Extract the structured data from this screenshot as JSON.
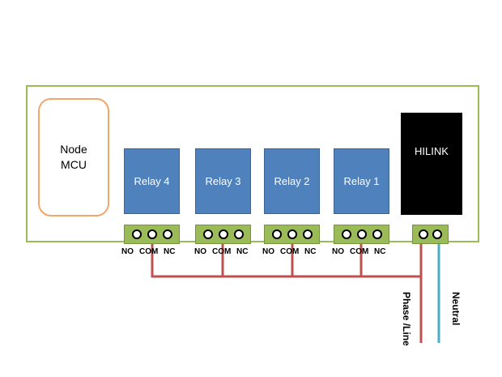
{
  "board": {
    "mcu_label_line1": "Node",
    "mcu_label_line2": "MCU",
    "relays": [
      {
        "label": "Relay 4"
      },
      {
        "label": "Relay 3"
      },
      {
        "label": "Relay 2"
      },
      {
        "label": "Relay 1"
      }
    ],
    "power_module": "HILINK",
    "pin_labels": [
      "NO",
      "COM",
      "NC"
    ]
  },
  "wires": {
    "phase_label": "Phase /Line",
    "neutral_label": "Neutral",
    "phase_color": "#c0504d",
    "neutral_color": "#4bacc6"
  },
  "colors": {
    "board_border": "#9bbb59",
    "mcu_border": "#f2a66c",
    "relay_fill": "#4f81bd",
    "terminal_fill": "#9bbb59",
    "hilink_fill": "#000000"
  }
}
